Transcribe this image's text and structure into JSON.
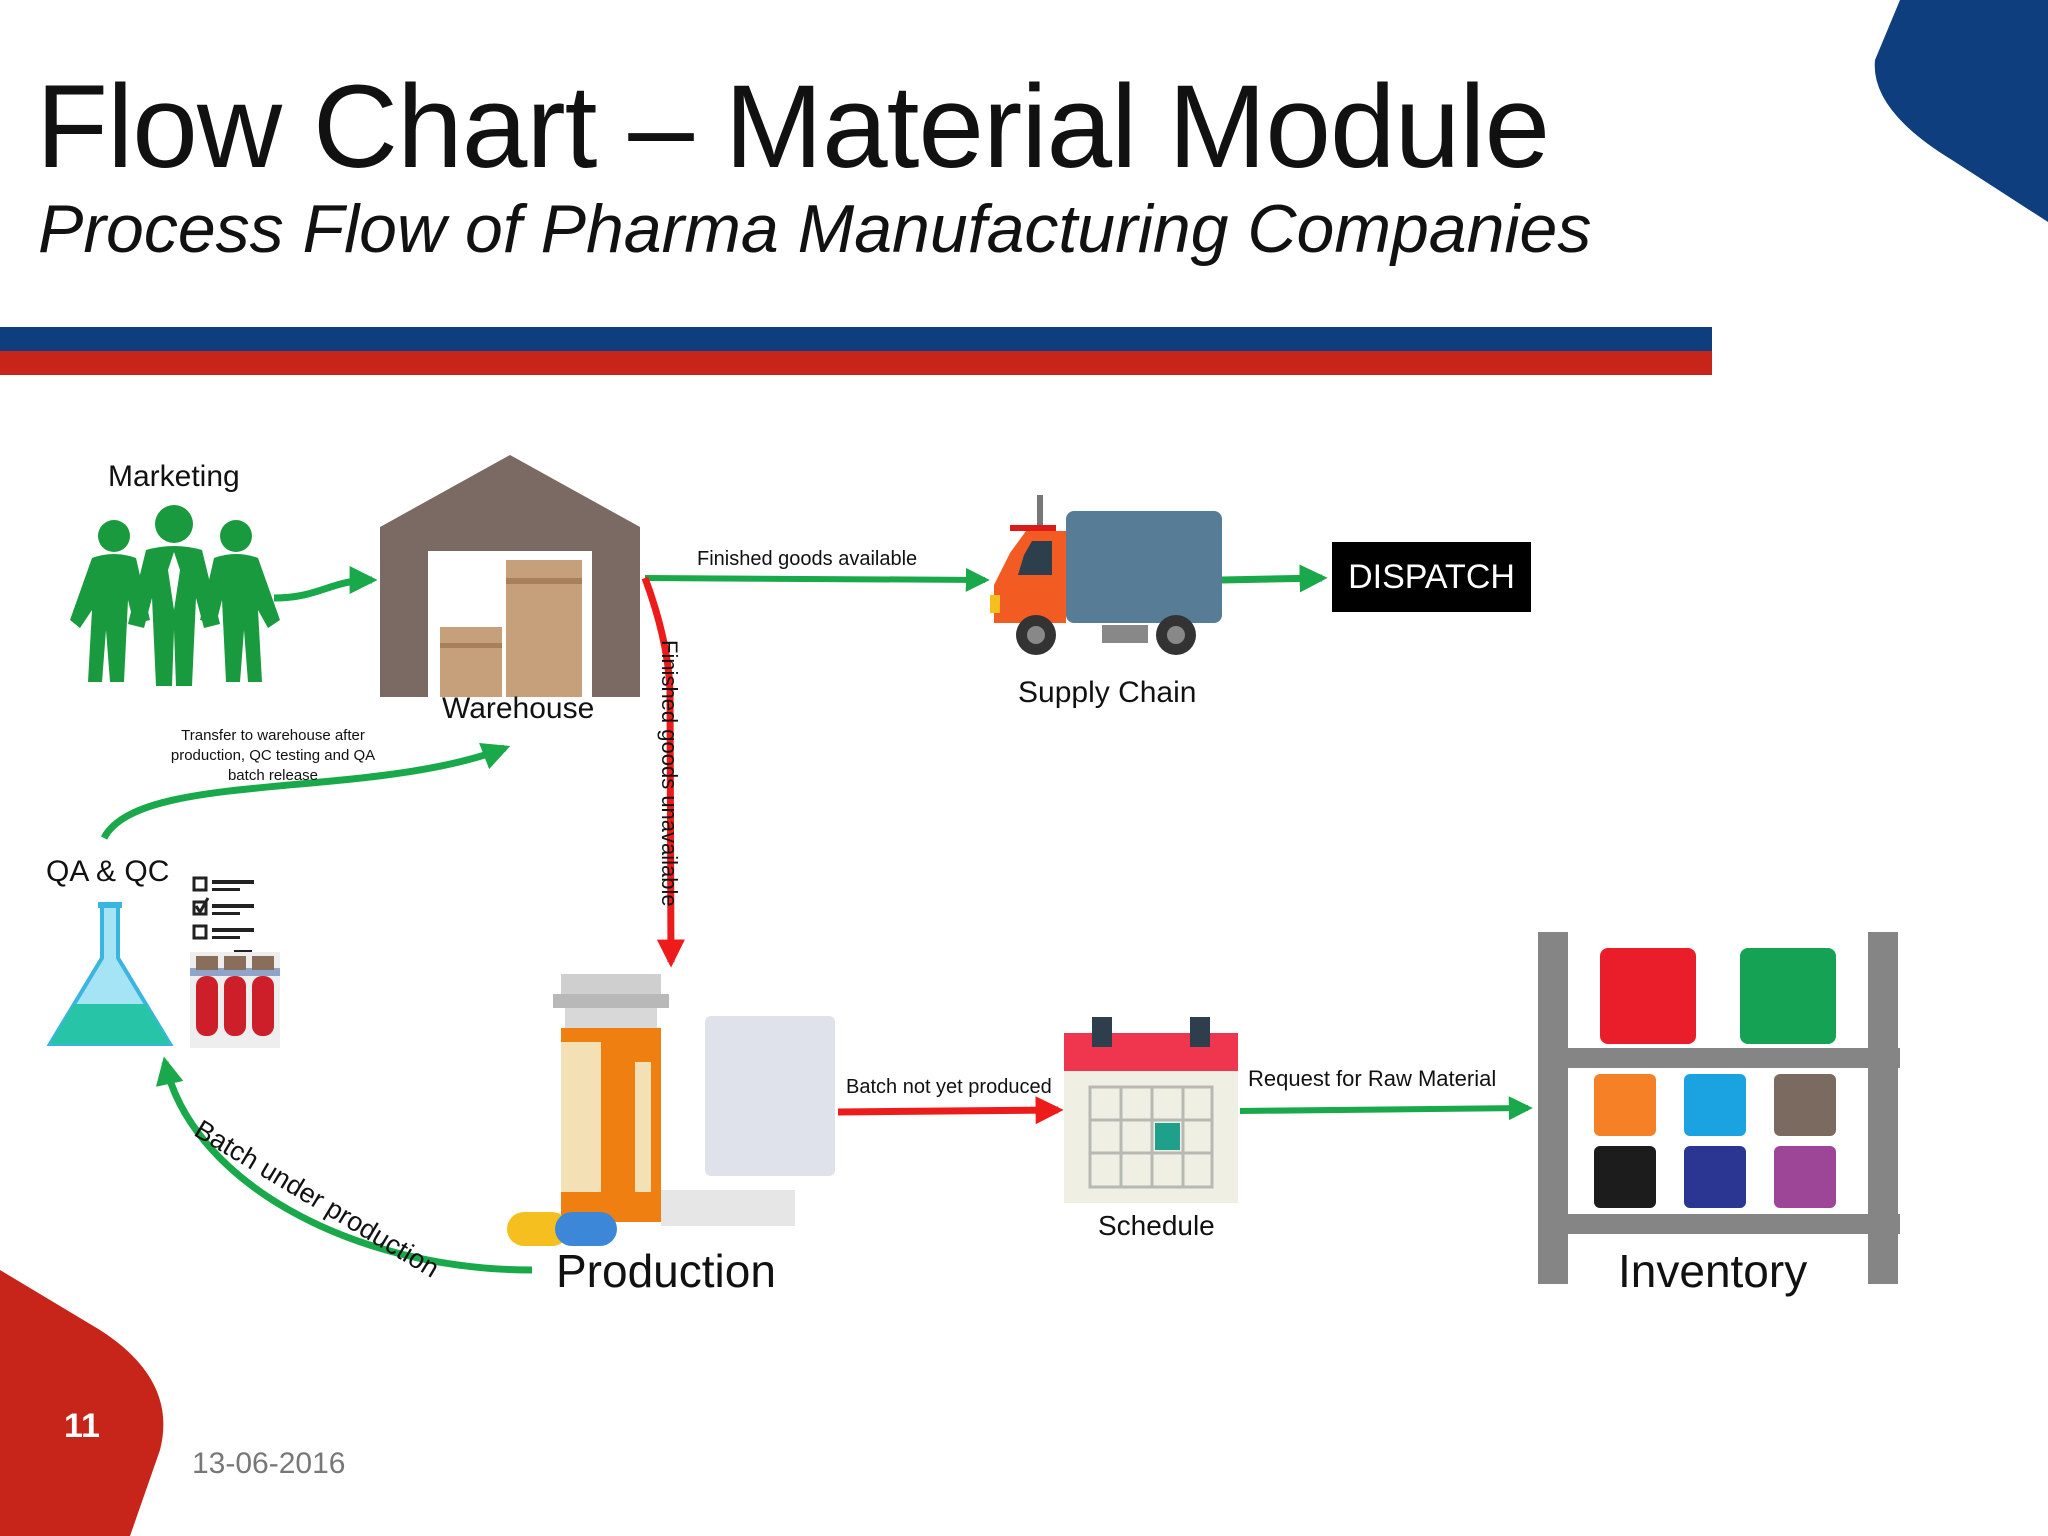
{
  "title": "Flow Chart – Material Module",
  "subtitle": "Process Flow of Pharma Manufacturing Companies",
  "nodes": {
    "marketing": "Marketing",
    "warehouse": "Warehouse",
    "supply_chain": "Supply Chain",
    "dispatch": "DISPATCH",
    "qa_qc": "QA & QC",
    "production": "Production",
    "schedule": "Schedule",
    "inventory": "Inventory"
  },
  "edges": {
    "finished_available": "Finished goods available",
    "finished_unavailable": "Finished goods unavailable",
    "transfer_note": "Transfer to warehouse after production, QC testing and QA batch release",
    "batch_under_production": "Batch under production",
    "batch_not_produced": "Batch not yet produced",
    "request_raw": "Request for Raw Material"
  },
  "footer": {
    "page_number": "11",
    "date": "13-06-2016"
  },
  "colors": {
    "brand_blue": "#0f3e7e",
    "brand_red": "#c8251a",
    "arrow_green": "#19a84a",
    "arrow_red": "#ee1b1b",
    "people_green": "#1a9a3e",
    "warehouse_brown": "#7a6a63"
  }
}
